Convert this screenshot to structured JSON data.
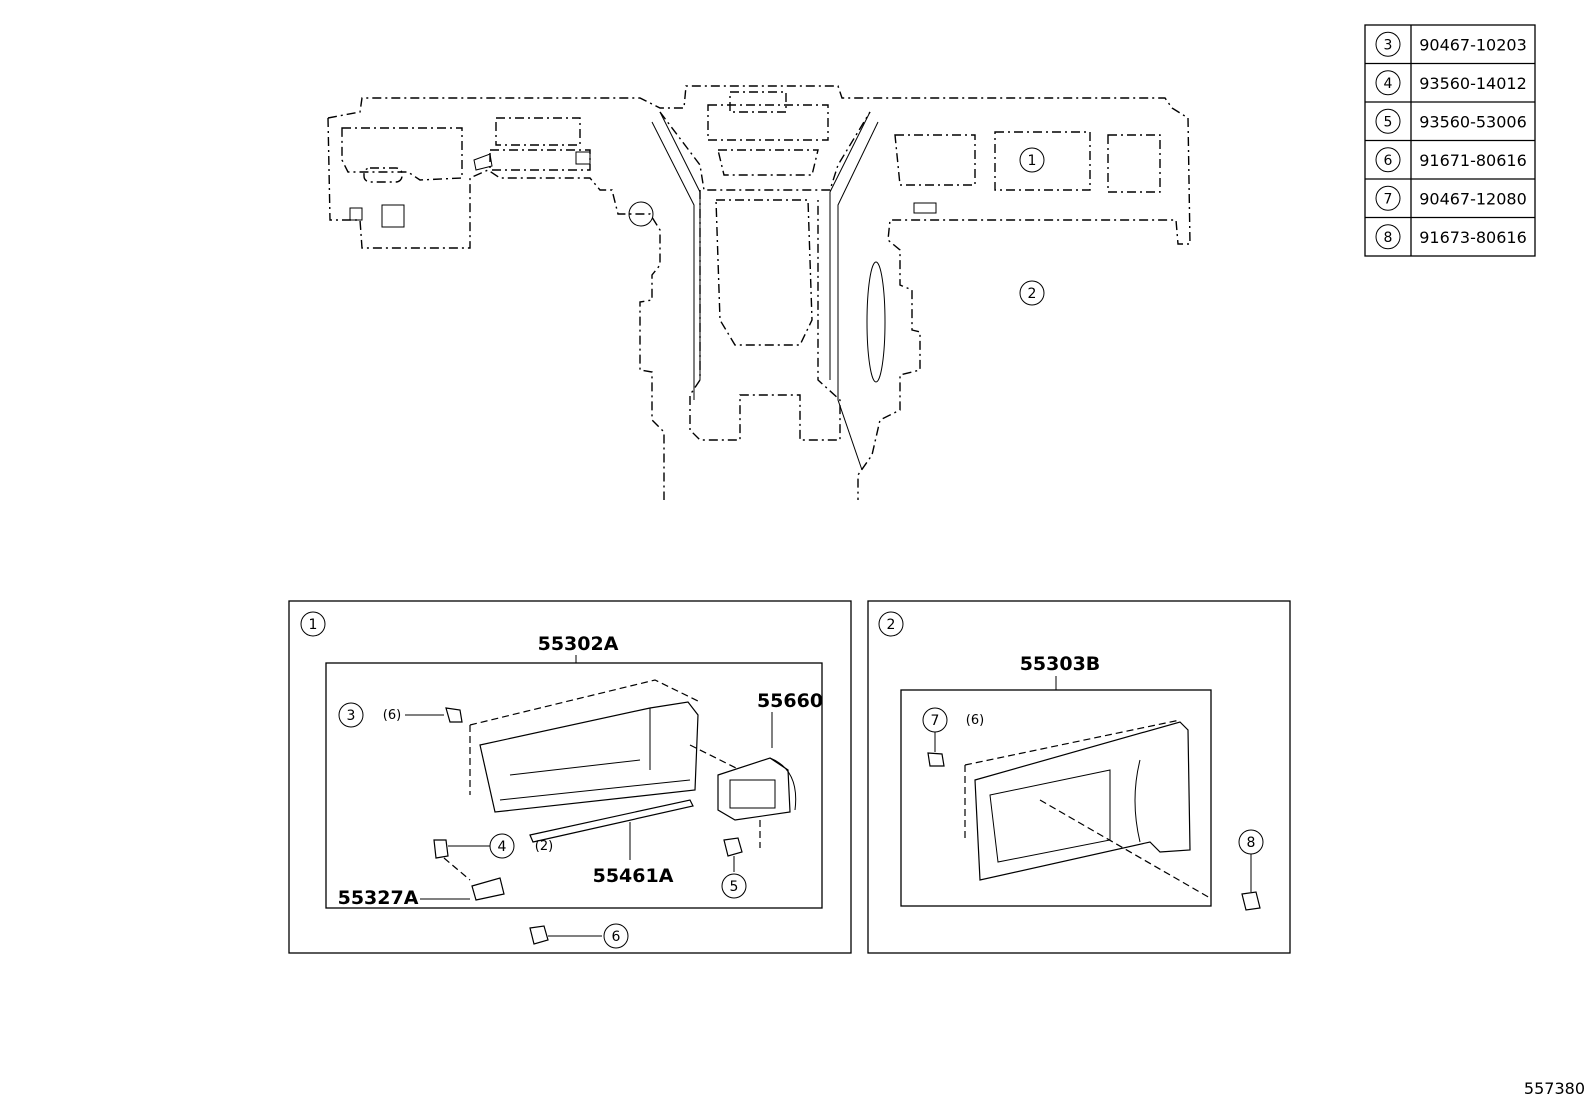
{
  "parts_table": [
    {
      "ref": "3",
      "part_no": "90467-10203"
    },
    {
      "ref": "4",
      "part_no": "93560-14012"
    },
    {
      "ref": "5",
      "part_no": "93560-53006"
    },
    {
      "ref": "6",
      "part_no": "91671-80616"
    },
    {
      "ref": "7",
      "part_no": "90467-12080"
    },
    {
      "ref": "8",
      "part_no": "91673-80616"
    }
  ],
  "overview": {
    "callout_1": "1",
    "callout_2": "2"
  },
  "detail_1": {
    "ref": "1",
    "main_part": "55302A",
    "vent_part": "55660",
    "strip_part": "55461A",
    "bracket_part": "55327A",
    "callout_3": "3",
    "qty_3": "(6)",
    "callout_4": "4",
    "qty_4": "(2)",
    "callout_5": "5",
    "callout_6": "6"
  },
  "detail_2": {
    "ref": "2",
    "main_part": "55303B",
    "callout_7": "7",
    "qty_7": "(6)",
    "callout_8": "8"
  },
  "illustration_code": "557380"
}
